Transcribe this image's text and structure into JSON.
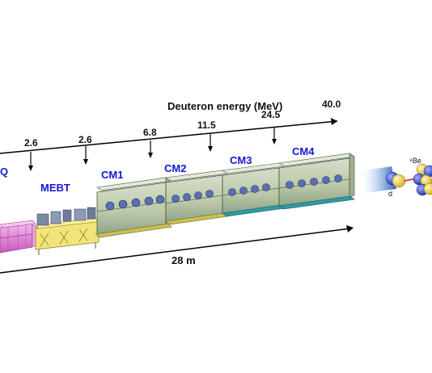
{
  "energy_axis": {
    "title": "Deuteron energy (MeV)",
    "ticks": [
      "2.6",
      "2.6",
      "6.8",
      "11.5",
      "24.5",
      "40.0"
    ]
  },
  "sections": [
    "Q",
    "MEBT",
    "CM1",
    "CM2",
    "CM3",
    "CM4"
  ],
  "length_label": "28 m",
  "target": {
    "particle_label": "d",
    "target_label": "⁹Be"
  }
}
